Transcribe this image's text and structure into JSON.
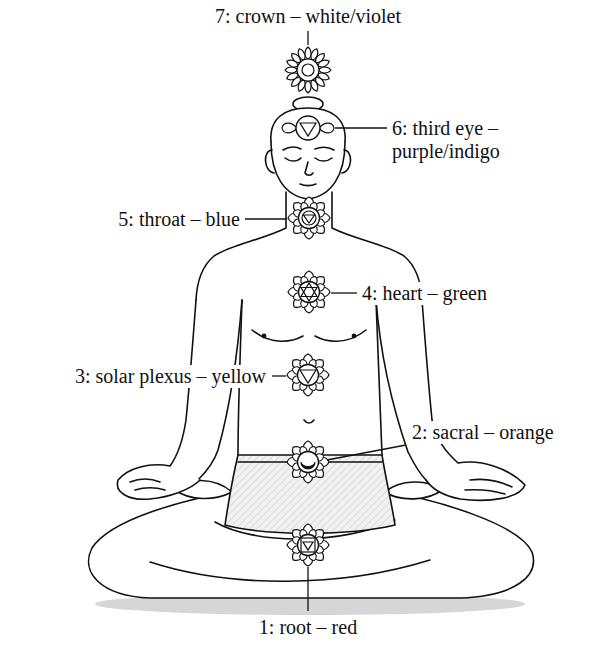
{
  "diagram": {
    "labels": [
      "7: crown – white/violet",
      "6: third eye – purple/indigo",
      "5: throat – blue",
      "4: heart – green",
      "3: solar plexus – yellow",
      "2: sacral – orange",
      "1: root – red"
    ]
  }
}
